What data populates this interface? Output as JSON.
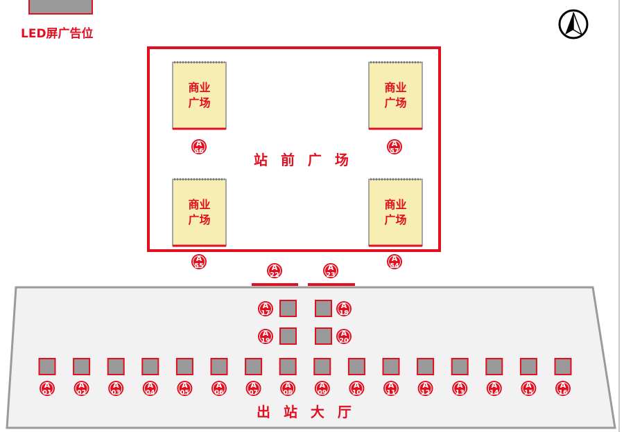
{
  "legend": {
    "led_label": "LED屏广告位"
  },
  "compass": {
    "icon": "north-arrow-icon"
  },
  "plaza": {
    "label": "站 前 广 场"
  },
  "hall": {
    "label": "出 站 大 厅"
  },
  "commercial_blocks": [
    {
      "line1": "商业",
      "line2": "广场"
    },
    {
      "line1": "商业",
      "line2": "广场"
    },
    {
      "line1": "商业",
      "line2": "广场"
    },
    {
      "line1": "商业",
      "line2": "广场"
    }
  ],
  "ad_spots": {
    "plaza": [
      {
        "letter": "A",
        "num": "56"
      },
      {
        "letter": "A",
        "num": "57"
      },
      {
        "letter": "A",
        "num": "55"
      },
      {
        "letter": "A",
        "num": "54"
      }
    ],
    "entrance": [
      {
        "letter": "A",
        "num": "22"
      },
      {
        "letter": "A",
        "num": "23"
      }
    ],
    "center_left": [
      {
        "letter": "A",
        "num": "17"
      },
      {
        "letter": "A",
        "num": "19"
      }
    ],
    "center_right": [
      {
        "letter": "A",
        "num": "18"
      },
      {
        "letter": "A",
        "num": "20"
      }
    ],
    "bottom_row": [
      {
        "letter": "A",
        "num": "01"
      },
      {
        "letter": "A",
        "num": "02"
      },
      {
        "letter": "A",
        "num": "03"
      },
      {
        "letter": "A",
        "num": "04"
      },
      {
        "letter": "A",
        "num": "05"
      },
      {
        "letter": "A",
        "num": "06"
      },
      {
        "letter": "A",
        "num": "07"
      },
      {
        "letter": "A",
        "num": "08"
      },
      {
        "letter": "A",
        "num": "09"
      },
      {
        "letter": "A",
        "num": "10"
      },
      {
        "letter": "A",
        "num": "11"
      },
      {
        "letter": "A",
        "num": "12"
      },
      {
        "letter": "A",
        "num": "13"
      },
      {
        "letter": "A",
        "num": "14"
      },
      {
        "letter": "A",
        "num": "15"
      },
      {
        "letter": "A",
        "num": "16"
      }
    ]
  },
  "colors": {
    "accent_red": "#e10f1f",
    "block_fill": "#f7eeb3",
    "screen_fill": "#9a9a9a",
    "outline_gray": "#9a9a9a",
    "hall_fill": "#f2f2f2"
  }
}
